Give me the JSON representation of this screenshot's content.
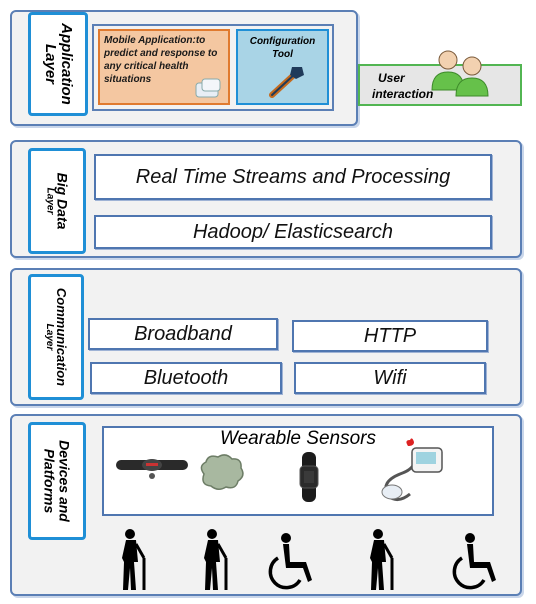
{
  "application_layer": {
    "tag_line1": "Application",
    "tag_line2": "Layer",
    "mobile_app": "Mobile Application:to predict and response to any critical health situations",
    "config_tool_line1": "Configuration",
    "config_tool_line2": "Tool",
    "user_interaction_line1": "User",
    "user_interaction_line2": "interaction"
  },
  "big_data_layer": {
    "tag_line1": "Big Data",
    "tag_line2": "Layer",
    "streams": "Real Time Streams and Processing",
    "hadoop": "Hadoop/ Elasticsearch"
  },
  "communication_layer": {
    "tag_line1": "Communication",
    "tag_line2": "Layer",
    "broadband": "Broadband",
    "http": "HTTP",
    "bluetooth": "Bluetooth",
    "wifi": "Wifi"
  },
  "devices_layer": {
    "tag_line1": "Devices and",
    "tag_line2": "Platforms",
    "sensors_title": "Wearable Sensors"
  },
  "colors": {
    "layer_border": "#5b7fb5",
    "tag_border": "#1f8fd6",
    "mobile_bg": "#f4c7a1",
    "mobile_border": "#e07a2f",
    "config_bg": "#a9d4e6",
    "user_bg": "#e6e6e6",
    "user_border": "#52b552"
  }
}
